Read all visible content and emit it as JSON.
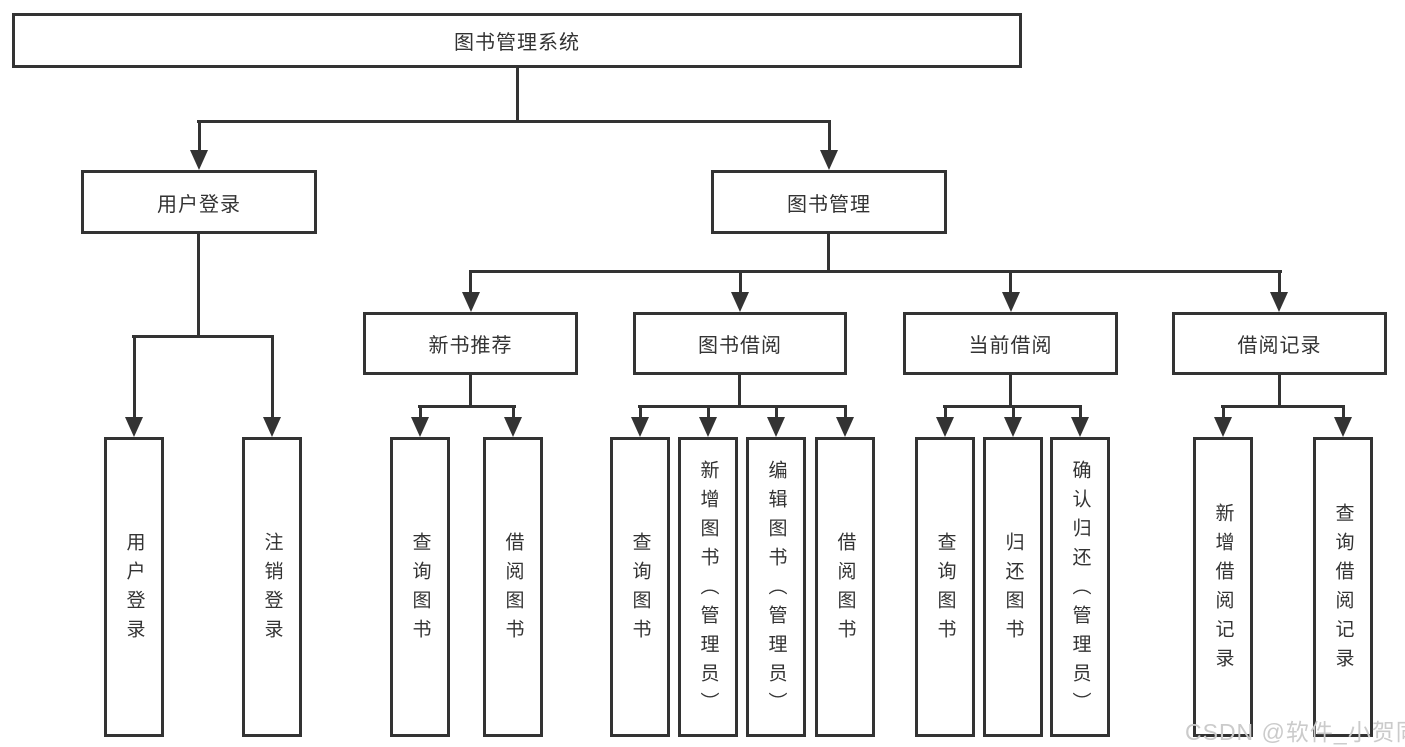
{
  "tree": {
    "root": {
      "label": "图书管理系统"
    },
    "branches": {
      "userLogin": {
        "label": "用户登录",
        "leaves": [
          "用户登录",
          "注销登录"
        ]
      },
      "bookManagement": {
        "label": "图书管理"
      }
    },
    "modules": [
      {
        "label": "新书推荐",
        "leaves": [
          "查询图书",
          "借阅图书"
        ]
      },
      {
        "label": "图书借阅",
        "leaves": [
          "查询图书",
          "新增图书（管理员）",
          "编辑图书（管理员）",
          "借阅图书"
        ]
      },
      {
        "label": "当前借阅",
        "leaves": [
          "查询图书",
          "归还图书",
          "确认归还（管理员）"
        ]
      },
      {
        "label": "借阅记录",
        "leaves": [
          "新增借阅记录",
          "查询借阅记录"
        ]
      }
    ]
  },
  "watermark": "CSDN @软件_小贺同学",
  "colors": {
    "line": "#333333",
    "text": "#333333",
    "background": "#ffffff",
    "watermark": "#cbcbcb"
  }
}
